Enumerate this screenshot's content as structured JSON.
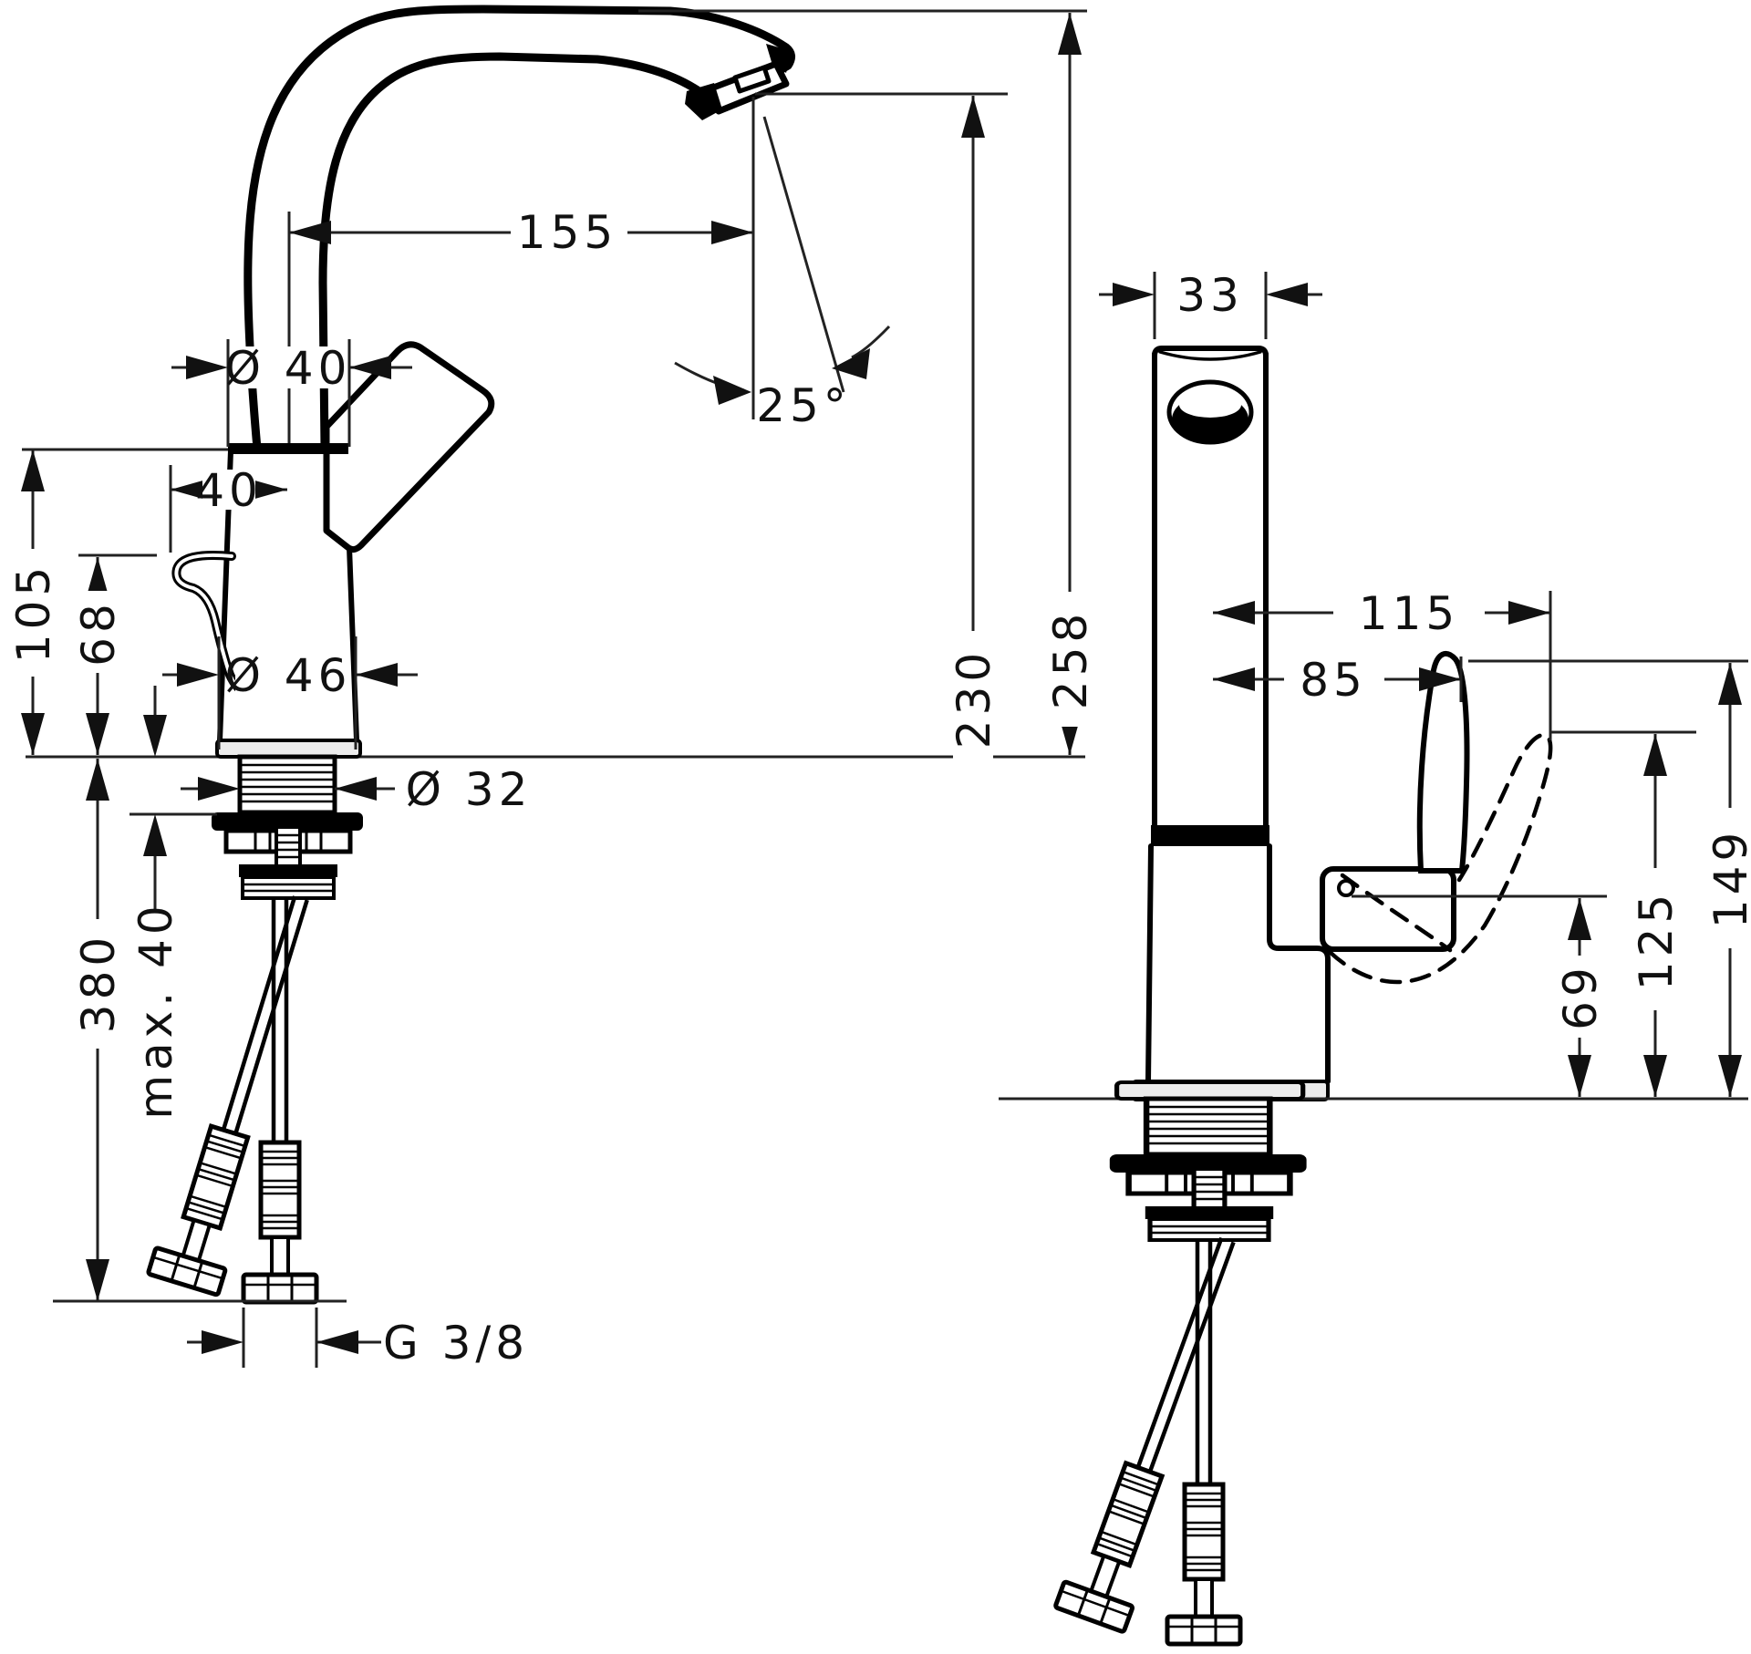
{
  "drawing": {
    "side_view": {
      "spout_reach": "155",
      "spout_angle": "25°",
      "spout_height": "230",
      "total_height": "258",
      "top_diameter": "Ø 40",
      "lever_offset": "40",
      "body_height": "105",
      "side_outlet_height": "68",
      "base_diameter": "Ø 46",
      "shank_diameter": "Ø 32",
      "max_counter_thickness": "max. 40",
      "hose_length": "380",
      "connection_thread": "G 3/8"
    },
    "front_view": {
      "spout_width": "33",
      "handle_reach_open": "115",
      "handle_reach": "85",
      "handle_height": "149",
      "handle_height_open": "125",
      "handle_pivot_height": "69"
    }
  }
}
